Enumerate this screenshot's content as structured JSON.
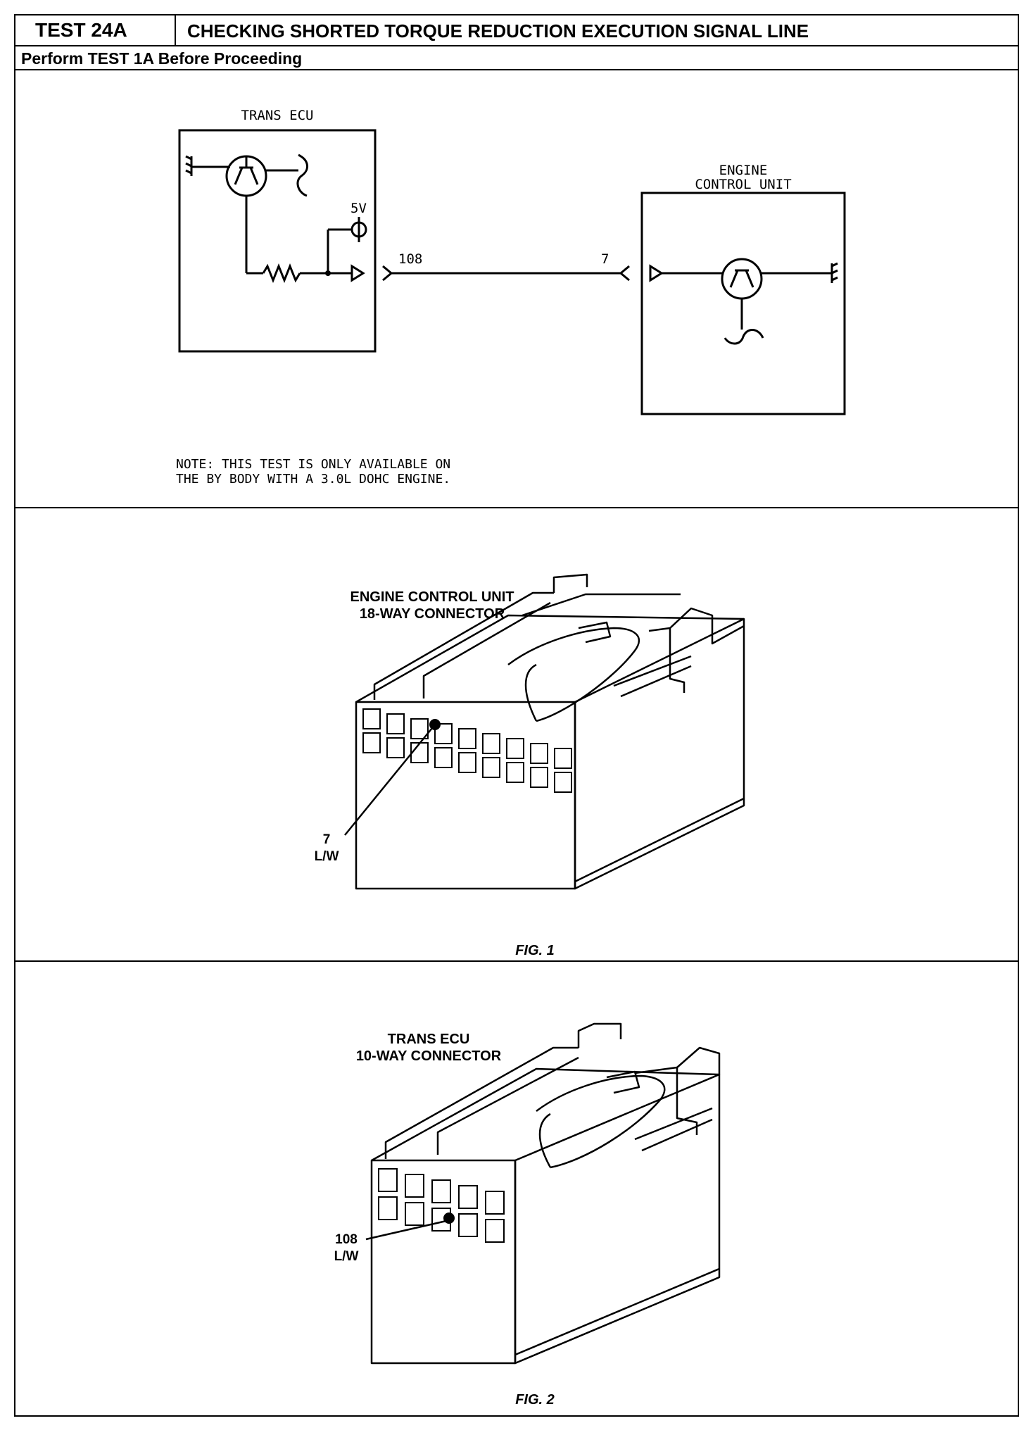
{
  "header": {
    "test_id": "TEST 24A",
    "title": "CHECKING SHORTED TORQUE REDUCTION EXECUTION SIGNAL LINE",
    "subtitle": "Perform TEST 1A Before Proceeding"
  },
  "schematic": {
    "trans_ecu_label": "TRANS ECU",
    "engine_cu_line1": "ENGINE",
    "engine_cu_line2": "CONTROL UNIT",
    "voltage_label": "5V",
    "trans_pin": "108",
    "engine_pin": "7",
    "note_line1": "NOTE: THIS TEST IS ONLY AVAILABLE ON",
    "note_line2": "THE BY BODY WITH A 3.0L DOHC ENGINE."
  },
  "fig1": {
    "title_line1": "ENGINE CONTROL UNIT",
    "title_line2": "18-WAY CONNECTOR",
    "pin_label": "7",
    "wire_label": "L/W",
    "caption": "FIG. 1"
  },
  "fig2": {
    "title_line1": "TRANS ECU",
    "title_line2": "10-WAY CONNECTOR",
    "pin_label": "108",
    "wire_label": "L/W",
    "caption": "FIG. 2"
  }
}
